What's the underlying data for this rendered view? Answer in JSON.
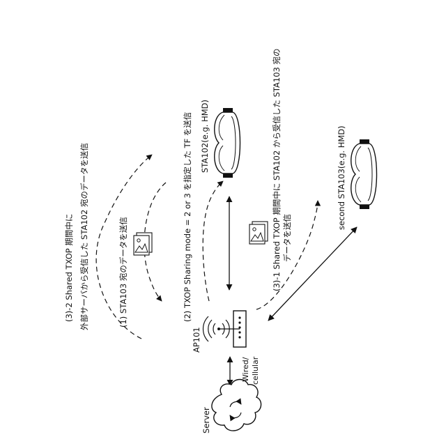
{
  "labels": {
    "step3_2_line1": "(3)-2  Shared TXOP 期間中に",
    "step3_2_line2": "外部サーバから受信した STA102 宛のデータを送信",
    "step1": "(1)  STA103 宛のデータを送信",
    "step2": "(2)  TXOP Sharing mode = 2 or 3 を指定した TF を送信",
    "step3_1_line1": "(3)-1  Shared TXOP 期間中に STA102 から受信した STA103 宛の",
    "step3_1_line2": "データを送信",
    "sta102": "STA102(e.g. HMD)",
    "sta103": "second STA103(e.g. HMD)",
    "ap": "AP101",
    "link": "Wired/",
    "link2": "cellular",
    "server": "Server"
  },
  "icons": {
    "image_icon_1": "image-document-icon",
    "image_icon_2": "image-document-icon",
    "hmd_1": "hmd-goggles-icon",
    "hmd_2": "hmd-goggles-icon",
    "ap_device": "access-point-icon",
    "cloud": "cloud-server-icon"
  }
}
